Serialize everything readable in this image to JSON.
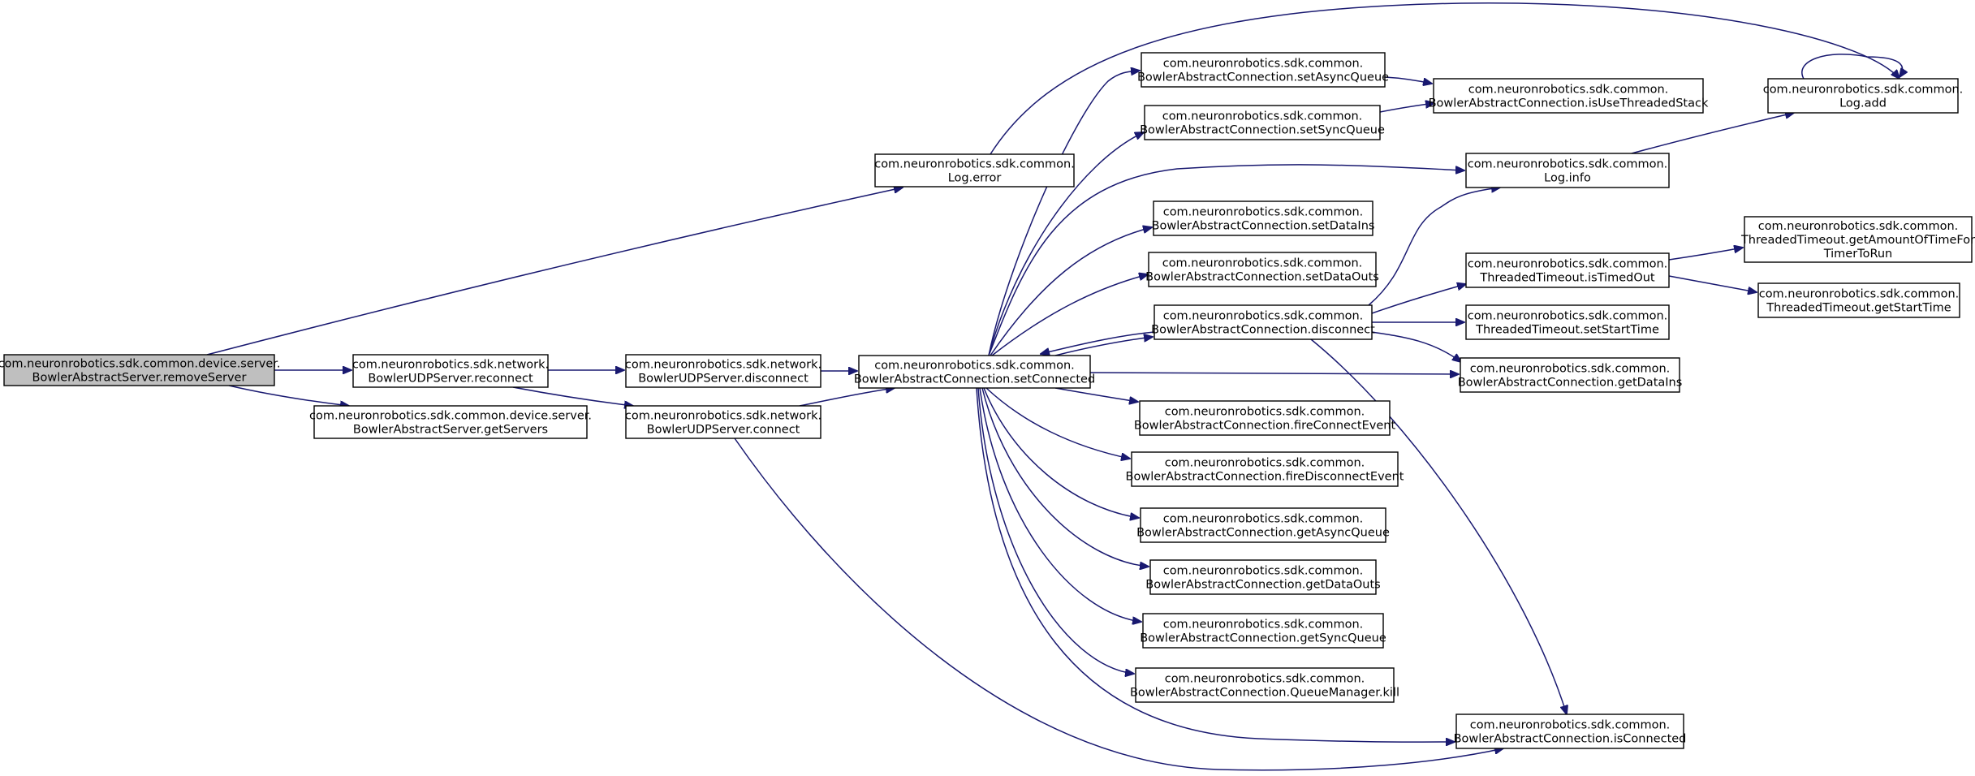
{
  "diagram": {
    "type": "call-graph",
    "edge_color": "#191970",
    "root_fill": "#bfbfbf",
    "node_fill": "#ffffff",
    "nodes": [
      {
        "id": "removeServer",
        "root": true,
        "lines": [
          "com.neuronrobotics.sdk.common.device.server.",
          "BowlerAbstractServer.removeServer"
        ]
      },
      {
        "id": "logError",
        "lines": [
          "com.neuronrobotics.sdk.common.",
          "Log.error"
        ]
      },
      {
        "id": "udpReconnect",
        "lines": [
          "com.neuronrobotics.sdk.network.",
          "BowlerUDPServer.reconnect"
        ]
      },
      {
        "id": "getServers",
        "lines": [
          "com.neuronrobotics.sdk.common.device.server.",
          "BowlerAbstractServer.getServers"
        ]
      },
      {
        "id": "udpDisconnect",
        "lines": [
          "com.neuronrobotics.sdk.network.",
          "BowlerUDPServer.disconnect"
        ]
      },
      {
        "id": "udpConnect",
        "lines": [
          "com.neuronrobotics.sdk.network.",
          "BowlerUDPServer.connect"
        ]
      },
      {
        "id": "setConnected",
        "lines": [
          "com.neuronrobotics.sdk.common.",
          "BowlerAbstractConnection.setConnected"
        ]
      },
      {
        "id": "setAsyncQueue",
        "lines": [
          "com.neuronrobotics.sdk.common.",
          "BowlerAbstractConnection.setAsyncQueue"
        ]
      },
      {
        "id": "setSyncQueue",
        "lines": [
          "com.neuronrobotics.sdk.common.",
          "BowlerAbstractConnection.setSyncQueue"
        ]
      },
      {
        "id": "setDataIns",
        "lines": [
          "com.neuronrobotics.sdk.common.",
          "BowlerAbstractConnection.setDataIns"
        ]
      },
      {
        "id": "setDataOuts",
        "lines": [
          "com.neuronrobotics.sdk.common.",
          "BowlerAbstractConnection.setDataOuts"
        ]
      },
      {
        "id": "bacDisconnect",
        "lines": [
          "com.neuronrobotics.sdk.common.",
          "BowlerAbstractConnection.disconnect"
        ]
      },
      {
        "id": "fireConnectEvent",
        "lines": [
          "com.neuronrobotics.sdk.common.",
          "BowlerAbstractConnection.fireConnectEvent"
        ]
      },
      {
        "id": "fireDisconnectEvent",
        "lines": [
          "com.neuronrobotics.sdk.common.",
          "BowlerAbstractConnection.fireDisconnectEvent"
        ]
      },
      {
        "id": "getAsyncQueue",
        "lines": [
          "com.neuronrobotics.sdk.common.",
          "BowlerAbstractConnection.getAsyncQueue"
        ]
      },
      {
        "id": "getDataOuts",
        "lines": [
          "com.neuronrobotics.sdk.common.",
          "BowlerAbstractConnection.getDataOuts"
        ]
      },
      {
        "id": "getSyncQueue",
        "lines": [
          "com.neuronrobotics.sdk.common.",
          "BowlerAbstractConnection.getSyncQueue"
        ]
      },
      {
        "id": "queueKill",
        "lines": [
          "com.neuronrobotics.sdk.common.",
          "BowlerAbstractConnection.QueueManager.kill"
        ]
      },
      {
        "id": "isUseThreadedStack",
        "lines": [
          "com.neuronrobotics.sdk.common.",
          "BowlerAbstractConnection.isUseThreadedStack"
        ]
      },
      {
        "id": "logInfo",
        "lines": [
          "com.neuronrobotics.sdk.common.",
          "Log.info"
        ]
      },
      {
        "id": "isTimedOut",
        "lines": [
          "com.neuronrobotics.sdk.common.",
          "ThreadedTimeout.isTimedOut"
        ]
      },
      {
        "id": "setStartTime",
        "lines": [
          "com.neuronrobotics.sdk.common.",
          "ThreadedTimeout.setStartTime"
        ]
      },
      {
        "id": "getDataIns",
        "lines": [
          "com.neuronrobotics.sdk.common.",
          "BowlerAbstractConnection.getDataIns"
        ]
      },
      {
        "id": "isConnected",
        "lines": [
          "com.neuronrobotics.sdk.common.",
          "BowlerAbstractConnection.isConnected"
        ]
      },
      {
        "id": "logAdd",
        "lines": [
          "com.neuronrobotics.sdk.common.",
          "Log.add"
        ]
      },
      {
        "id": "getAmountOfTime",
        "lines": [
          "com.neuronrobotics.sdk.common.",
          "ThreadedTimeout.getAmountOfTimeFor",
          "TimerToRun"
        ]
      },
      {
        "id": "getStartTime",
        "lines": [
          "com.neuronrobotics.sdk.common.",
          "ThreadedTimeout.getStartTime"
        ]
      }
    ],
    "edges": [
      {
        "from": "removeServer",
        "to": "logError"
      },
      {
        "from": "removeServer",
        "to": "udpReconnect"
      },
      {
        "from": "removeServer",
        "to": "getServers"
      },
      {
        "from": "udpReconnect",
        "to": "udpDisconnect"
      },
      {
        "from": "udpReconnect",
        "to": "udpConnect"
      },
      {
        "from": "udpDisconnect",
        "to": "setConnected"
      },
      {
        "from": "udpConnect",
        "to": "setConnected"
      },
      {
        "from": "udpConnect",
        "to": "isConnected"
      },
      {
        "from": "logError",
        "to": "logAdd"
      },
      {
        "from": "setConnected",
        "to": "setAsyncQueue"
      },
      {
        "from": "setConnected",
        "to": "setSyncQueue"
      },
      {
        "from": "setConnected",
        "to": "logInfo"
      },
      {
        "from": "setConnected",
        "to": "setDataIns"
      },
      {
        "from": "setConnected",
        "to": "setDataOuts"
      },
      {
        "from": "setConnected",
        "to": "bacDisconnect"
      },
      {
        "from": "setConnected",
        "to": "getDataIns"
      },
      {
        "from": "setConnected",
        "to": "fireConnectEvent"
      },
      {
        "from": "setConnected",
        "to": "fireDisconnectEvent"
      },
      {
        "from": "setConnected",
        "to": "getAsyncQueue"
      },
      {
        "from": "setConnected",
        "to": "getDataOuts"
      },
      {
        "from": "setConnected",
        "to": "getSyncQueue"
      },
      {
        "from": "setConnected",
        "to": "queueKill"
      },
      {
        "from": "setConnected",
        "to": "isConnected"
      },
      {
        "from": "bacDisconnect",
        "to": "setConnected"
      },
      {
        "from": "bacDisconnect",
        "to": "logInfo"
      },
      {
        "from": "bacDisconnect",
        "to": "isTimedOut"
      },
      {
        "from": "bacDisconnect",
        "to": "setStartTime"
      },
      {
        "from": "bacDisconnect",
        "to": "getDataIns"
      },
      {
        "from": "bacDisconnect",
        "to": "isConnected"
      },
      {
        "from": "setAsyncQueue",
        "to": "isUseThreadedStack"
      },
      {
        "from": "setSyncQueue",
        "to": "isUseThreadedStack"
      },
      {
        "from": "logInfo",
        "to": "logAdd"
      },
      {
        "from": "logAdd",
        "to": "logAdd"
      },
      {
        "from": "isTimedOut",
        "to": "getAmountOfTime"
      },
      {
        "from": "isTimedOut",
        "to": "getStartTime"
      }
    ]
  }
}
